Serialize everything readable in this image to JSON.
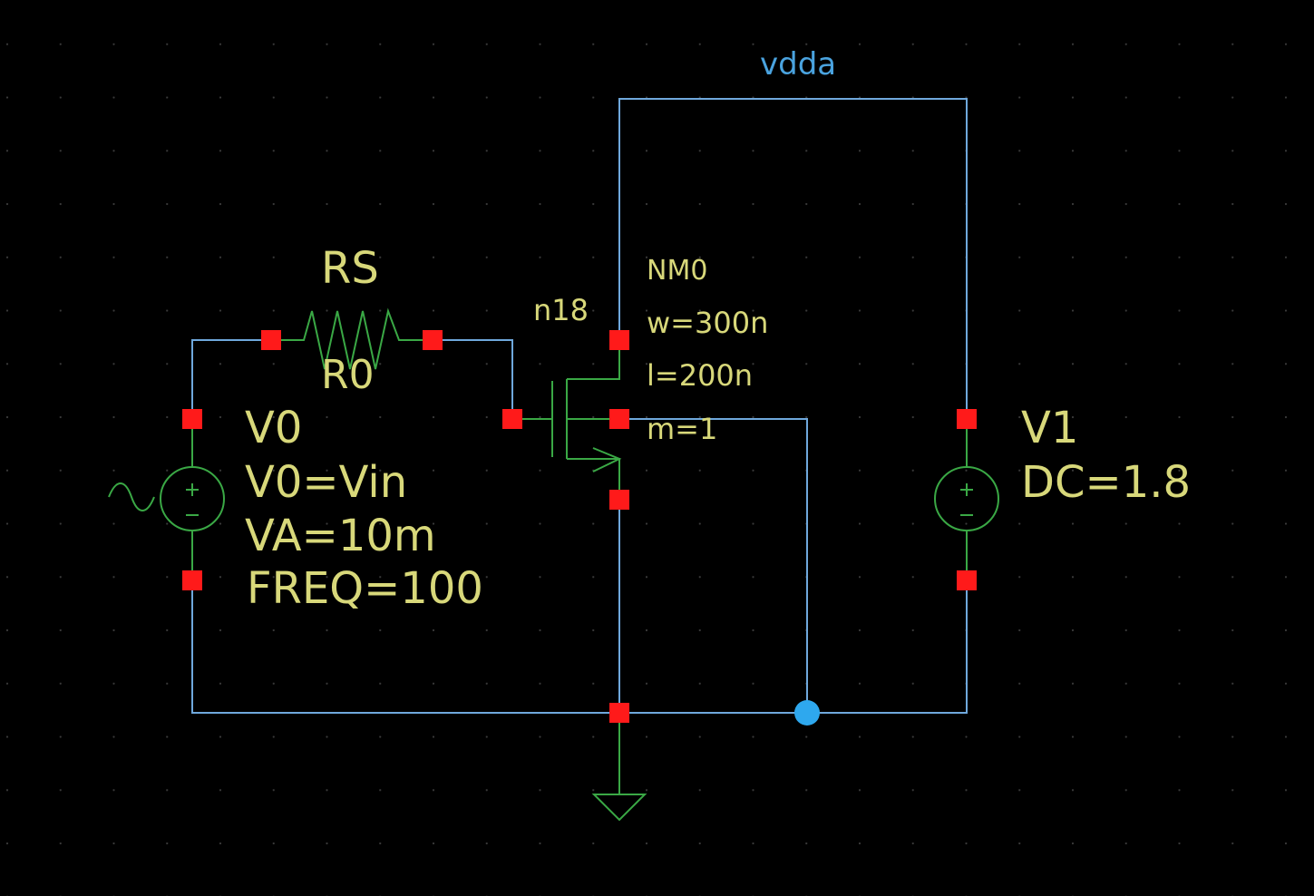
{
  "colors": {
    "background": "#000000",
    "grid_dot": "#3a3a3a",
    "wire": "#6fa8dc",
    "symbol": "#3aa845",
    "pin": "#ff1a1a",
    "label": "#d8d87a",
    "net_label": "#4aa3df",
    "junction": "#2ea8ee"
  },
  "net": {
    "supply_label": "vdda"
  },
  "resistor": {
    "instance": "R0",
    "name": "RS"
  },
  "nmos": {
    "instance": "NM0",
    "model": "n18",
    "width": "w=300n",
    "length": "l=200n",
    "multiplier": "m=1"
  },
  "source_ac": {
    "instance": "V0",
    "param_v0": "V0=Vin",
    "param_va": "VA=10m",
    "param_freq": "FREQ=100",
    "wave_icon": "sine-wave-icon"
  },
  "source_dc": {
    "instance": "V1",
    "param_dc": "DC=1.8"
  },
  "ground": {
    "icon": "ground-icon"
  }
}
